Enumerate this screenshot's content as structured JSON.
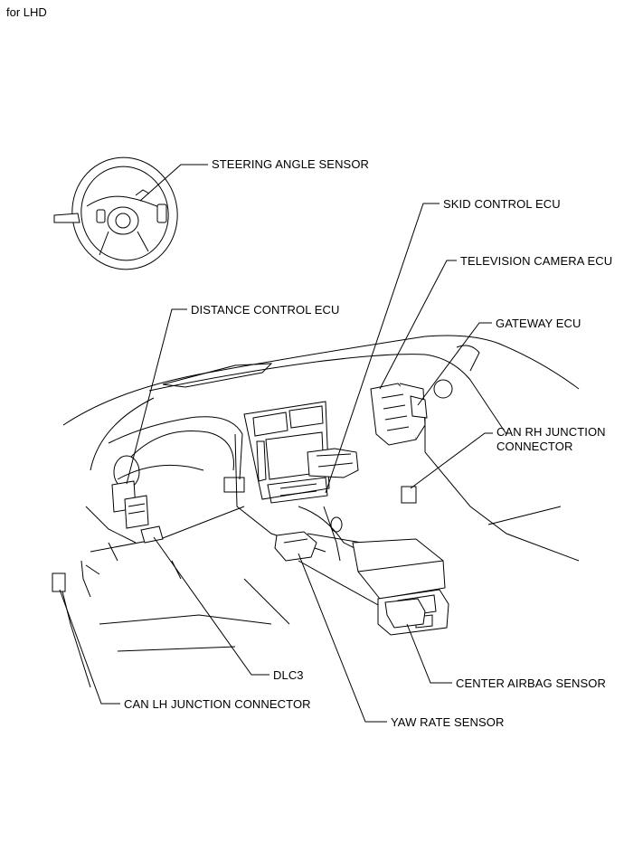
{
  "note": "for LHD",
  "labels": {
    "steering_angle_sensor": "STEERING ANGLE SENSOR",
    "skid_control_ecu": "SKID CONTROL ECU",
    "television_camera_ecu": "TELEVISION CAMERA ECU",
    "distance_control_ecu": "DISTANCE CONTROL ECU",
    "gateway_ecu": "GATEWAY ECU",
    "can_rh_junction_connector_line1": "CAN RH JUNCTION",
    "can_rh_junction_connector_line2": "CONNECTOR",
    "dlc3": "DLC3",
    "center_airbag_sensor": "CENTER AIRBAG SENSOR",
    "can_lh_junction_connector": "CAN LH JUNCTION CONNECTOR",
    "yaw_rate_sensor": "YAW RATE SENSOR"
  }
}
